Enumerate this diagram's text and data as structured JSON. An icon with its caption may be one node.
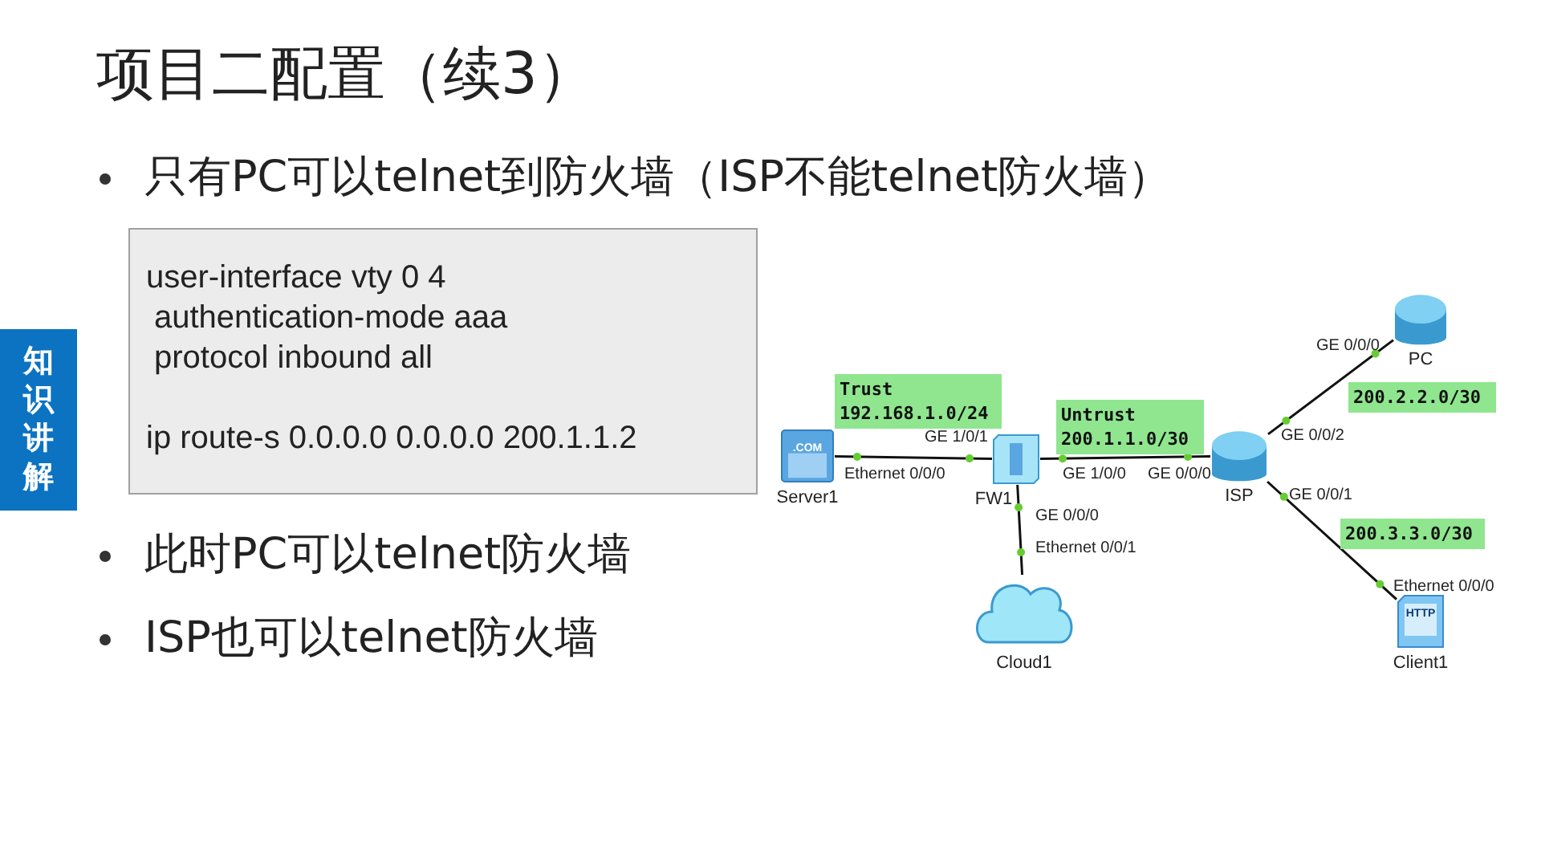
{
  "diagram": {
    "title": "项目二配置（续3）",
    "nodes": [
      {
        "text": [
          "知识讲解"
        ]
      },
      {
        "text": [
          "user-interface vty 0 4",
          "authentication-mode aaa",
          "protocol inbound all",
          "ip route-s 0.0.0.0 0.0.0.0 200.1.1.2"
        ]
      },
      {
        "text": [
          "PC"
        ]
      },
      {
        "text": [
          "Trust",
          "192.168.1.0/24"
        ]
      },
      {
        "text": [
          "Untrust",
          "200.1.1.0/30"
        ]
      },
      {
        "text": [
          "200.2.2.0/30"
        ]
      },
      {
        "text": [
          ".COM",
          "Server1"
        ]
      },
      {
        "text": [
          "FW1"
        ]
      },
      {
        "text": [
          "ISP"
        ]
      },
      {
        "text": [
          "200.3.3.0/30"
        ]
      },
      {
        "text": [
          "Cloud1"
        ]
      },
      {
        "text": [
          "HTTP",
          "Client1"
        ]
      }
    ],
    "edges": [
      {
        "from": 6,
        "to": 7,
        "arrow": "none"
      },
      {
        "from": 7,
        "to": 8,
        "arrow": "none"
      },
      {
        "from": 7,
        "to": 10,
        "arrow": "none"
      },
      {
        "from": 8,
        "to": 2,
        "arrow": "none"
      },
      {
        "from": 8,
        "to": 11,
        "arrow": "none"
      }
    ],
    "labels": [
      "只有PC可以telnet到防火墙（ISP不能telnet防火墙）",
      "GE 0/0/0",
      "GE 1/0/1",
      "GE 0/0/2",
      "Ethernet 0/0/0",
      "GE 1/0/0",
      "GE 0/0/0",
      "GE 0/0/1",
      "GE 0/0/0",
      "Ethernet 0/0/1",
      "Ethernet 0/0/0",
      "此时PC可以telnet防火墙",
      "ISP也可以telnet防火墙"
    ]
  }
}
